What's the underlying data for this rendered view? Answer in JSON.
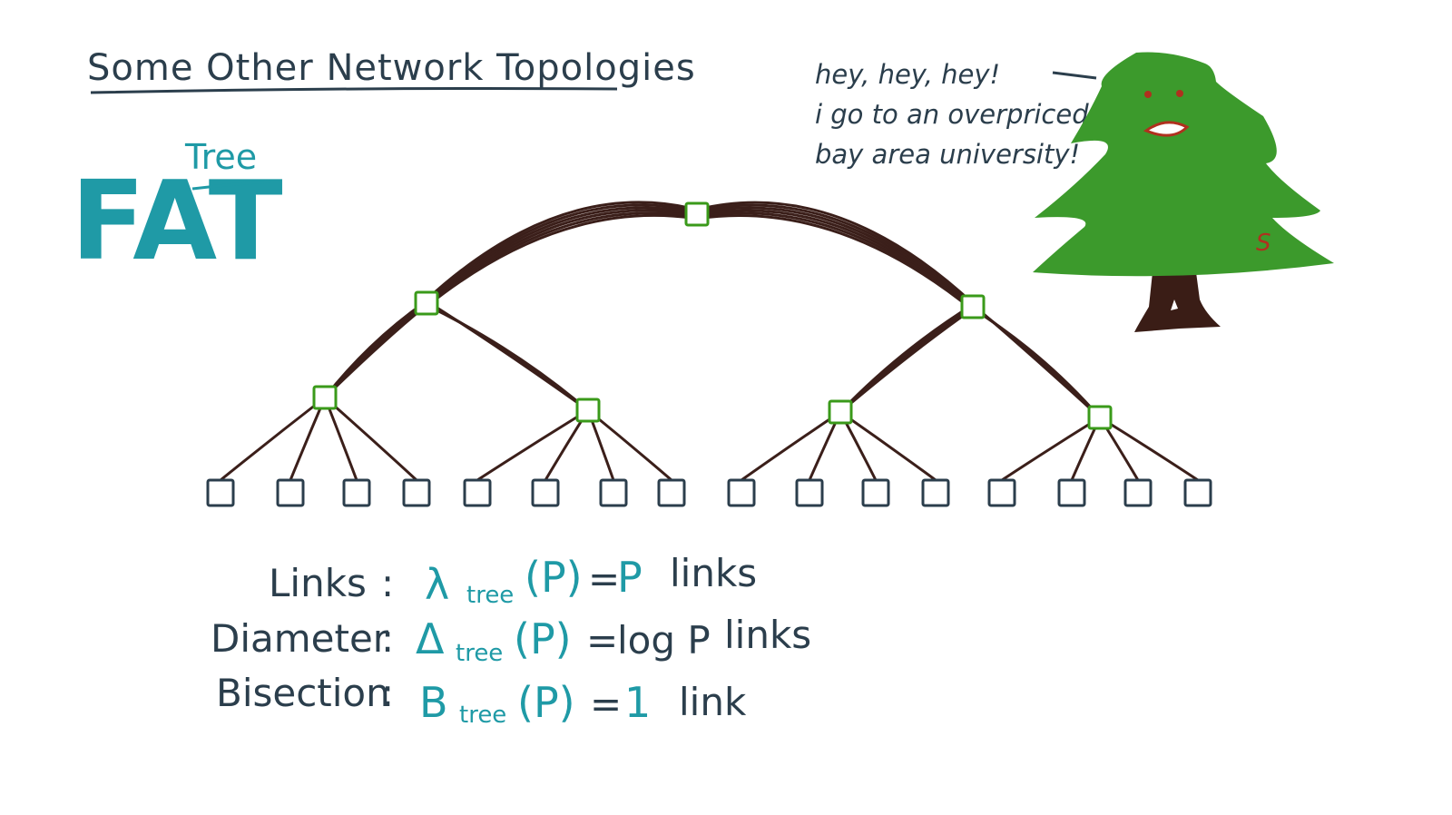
{
  "title": "Some Other Network Topologies",
  "fat_label": "FAT",
  "tree_label": "Tree",
  "speech": {
    "line1": "hey, hey, hey!",
    "line2": "i go to an overpriced",
    "line3": "bay area university!"
  },
  "tree_mascot": {
    "letter": "S"
  },
  "metrics": [
    {
      "label": "Links",
      "colon": ":",
      "symbol": "λ",
      "sub": "tree",
      "arg": "(P)",
      "eq": "=",
      "value": "P",
      "unit": "links"
    },
    {
      "label": "Diameter",
      "colon": ":",
      "symbol": "Δ",
      "sub": "tree",
      "arg": "(P)",
      "eq": "=",
      "value": "log P",
      "unit": "links"
    },
    {
      "label": "Bisection",
      "colon": ":",
      "symbol": "B",
      "sub": "tree",
      "arg": "(P)",
      "eq": "=",
      "value": "1",
      "unit": "link"
    }
  ],
  "colors": {
    "ink": "#2b3e4c",
    "teal": "#1f9aa6",
    "link": "#3b1f1a",
    "switch": "#3a9a1a",
    "tree_green": "#3c9a2c",
    "trunk": "#3a1d16",
    "mouth": "#b0301e"
  },
  "diagram": {
    "switch_levels": 3,
    "leaf_count": 16
  }
}
